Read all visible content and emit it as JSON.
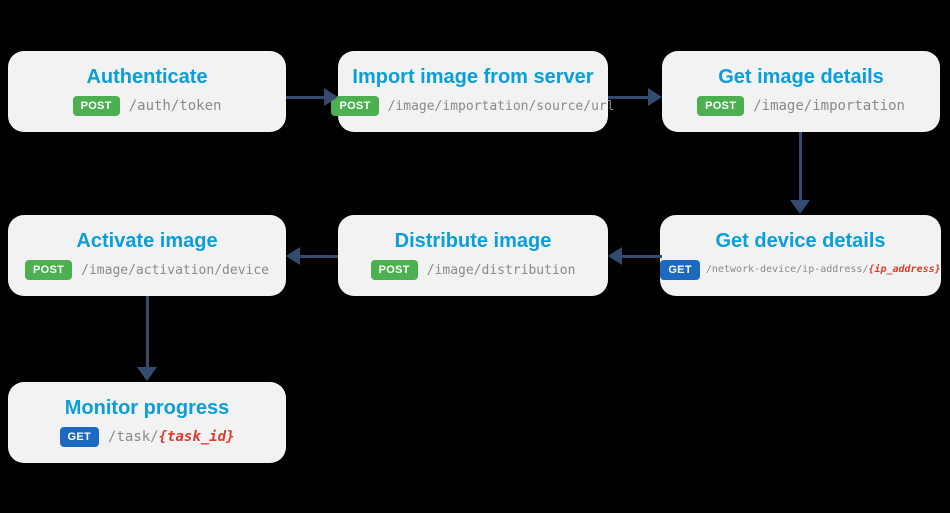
{
  "diagram": {
    "description": "API call sequence flowchart",
    "colors": {
      "background": "#000000",
      "card_bg": "#f2f2f2",
      "title_blue": "#0c9ed9",
      "post_badge_green": "#4caf50",
      "get_badge_blue": "#1b69c1",
      "path_gray": "#8a8a8a",
      "param_red": "#e0392e",
      "arrow_navy": "#344b6e"
    }
  },
  "nodes": [
    {
      "title": "Authenticate",
      "method": "POST",
      "path": "/auth/token",
      "param": ""
    },
    {
      "title": "Import image from server",
      "method": "POST",
      "path": "/image/importation/source/url",
      "param": ""
    },
    {
      "title": "Get image details",
      "method": "POST",
      "path": "/image/importation",
      "param": ""
    },
    {
      "title": "Get device details",
      "method": "GET",
      "path": "/network-device/ip-address/",
      "param": "{ip_address}"
    },
    {
      "title": "Distribute image",
      "method": "POST",
      "path": "/image/distribution",
      "param": ""
    },
    {
      "title": "Activate image",
      "method": "POST",
      "path": "/image/activation/device",
      "param": ""
    },
    {
      "title": "Monitor progress",
      "method": "GET",
      "path": "/task/",
      "param": "{task_id}"
    }
  ],
  "edges": [
    {
      "from": "Authenticate",
      "to": "Import image from server",
      "direction": "right"
    },
    {
      "from": "Import image from server",
      "to": "Get image details",
      "direction": "right"
    },
    {
      "from": "Get image details",
      "to": "Get device details",
      "direction": "down"
    },
    {
      "from": "Get device details",
      "to": "Distribute image",
      "direction": "left"
    },
    {
      "from": "Distribute image",
      "to": "Activate image",
      "direction": "left"
    },
    {
      "from": "Activate image",
      "to": "Monitor progress",
      "direction": "down"
    }
  ]
}
